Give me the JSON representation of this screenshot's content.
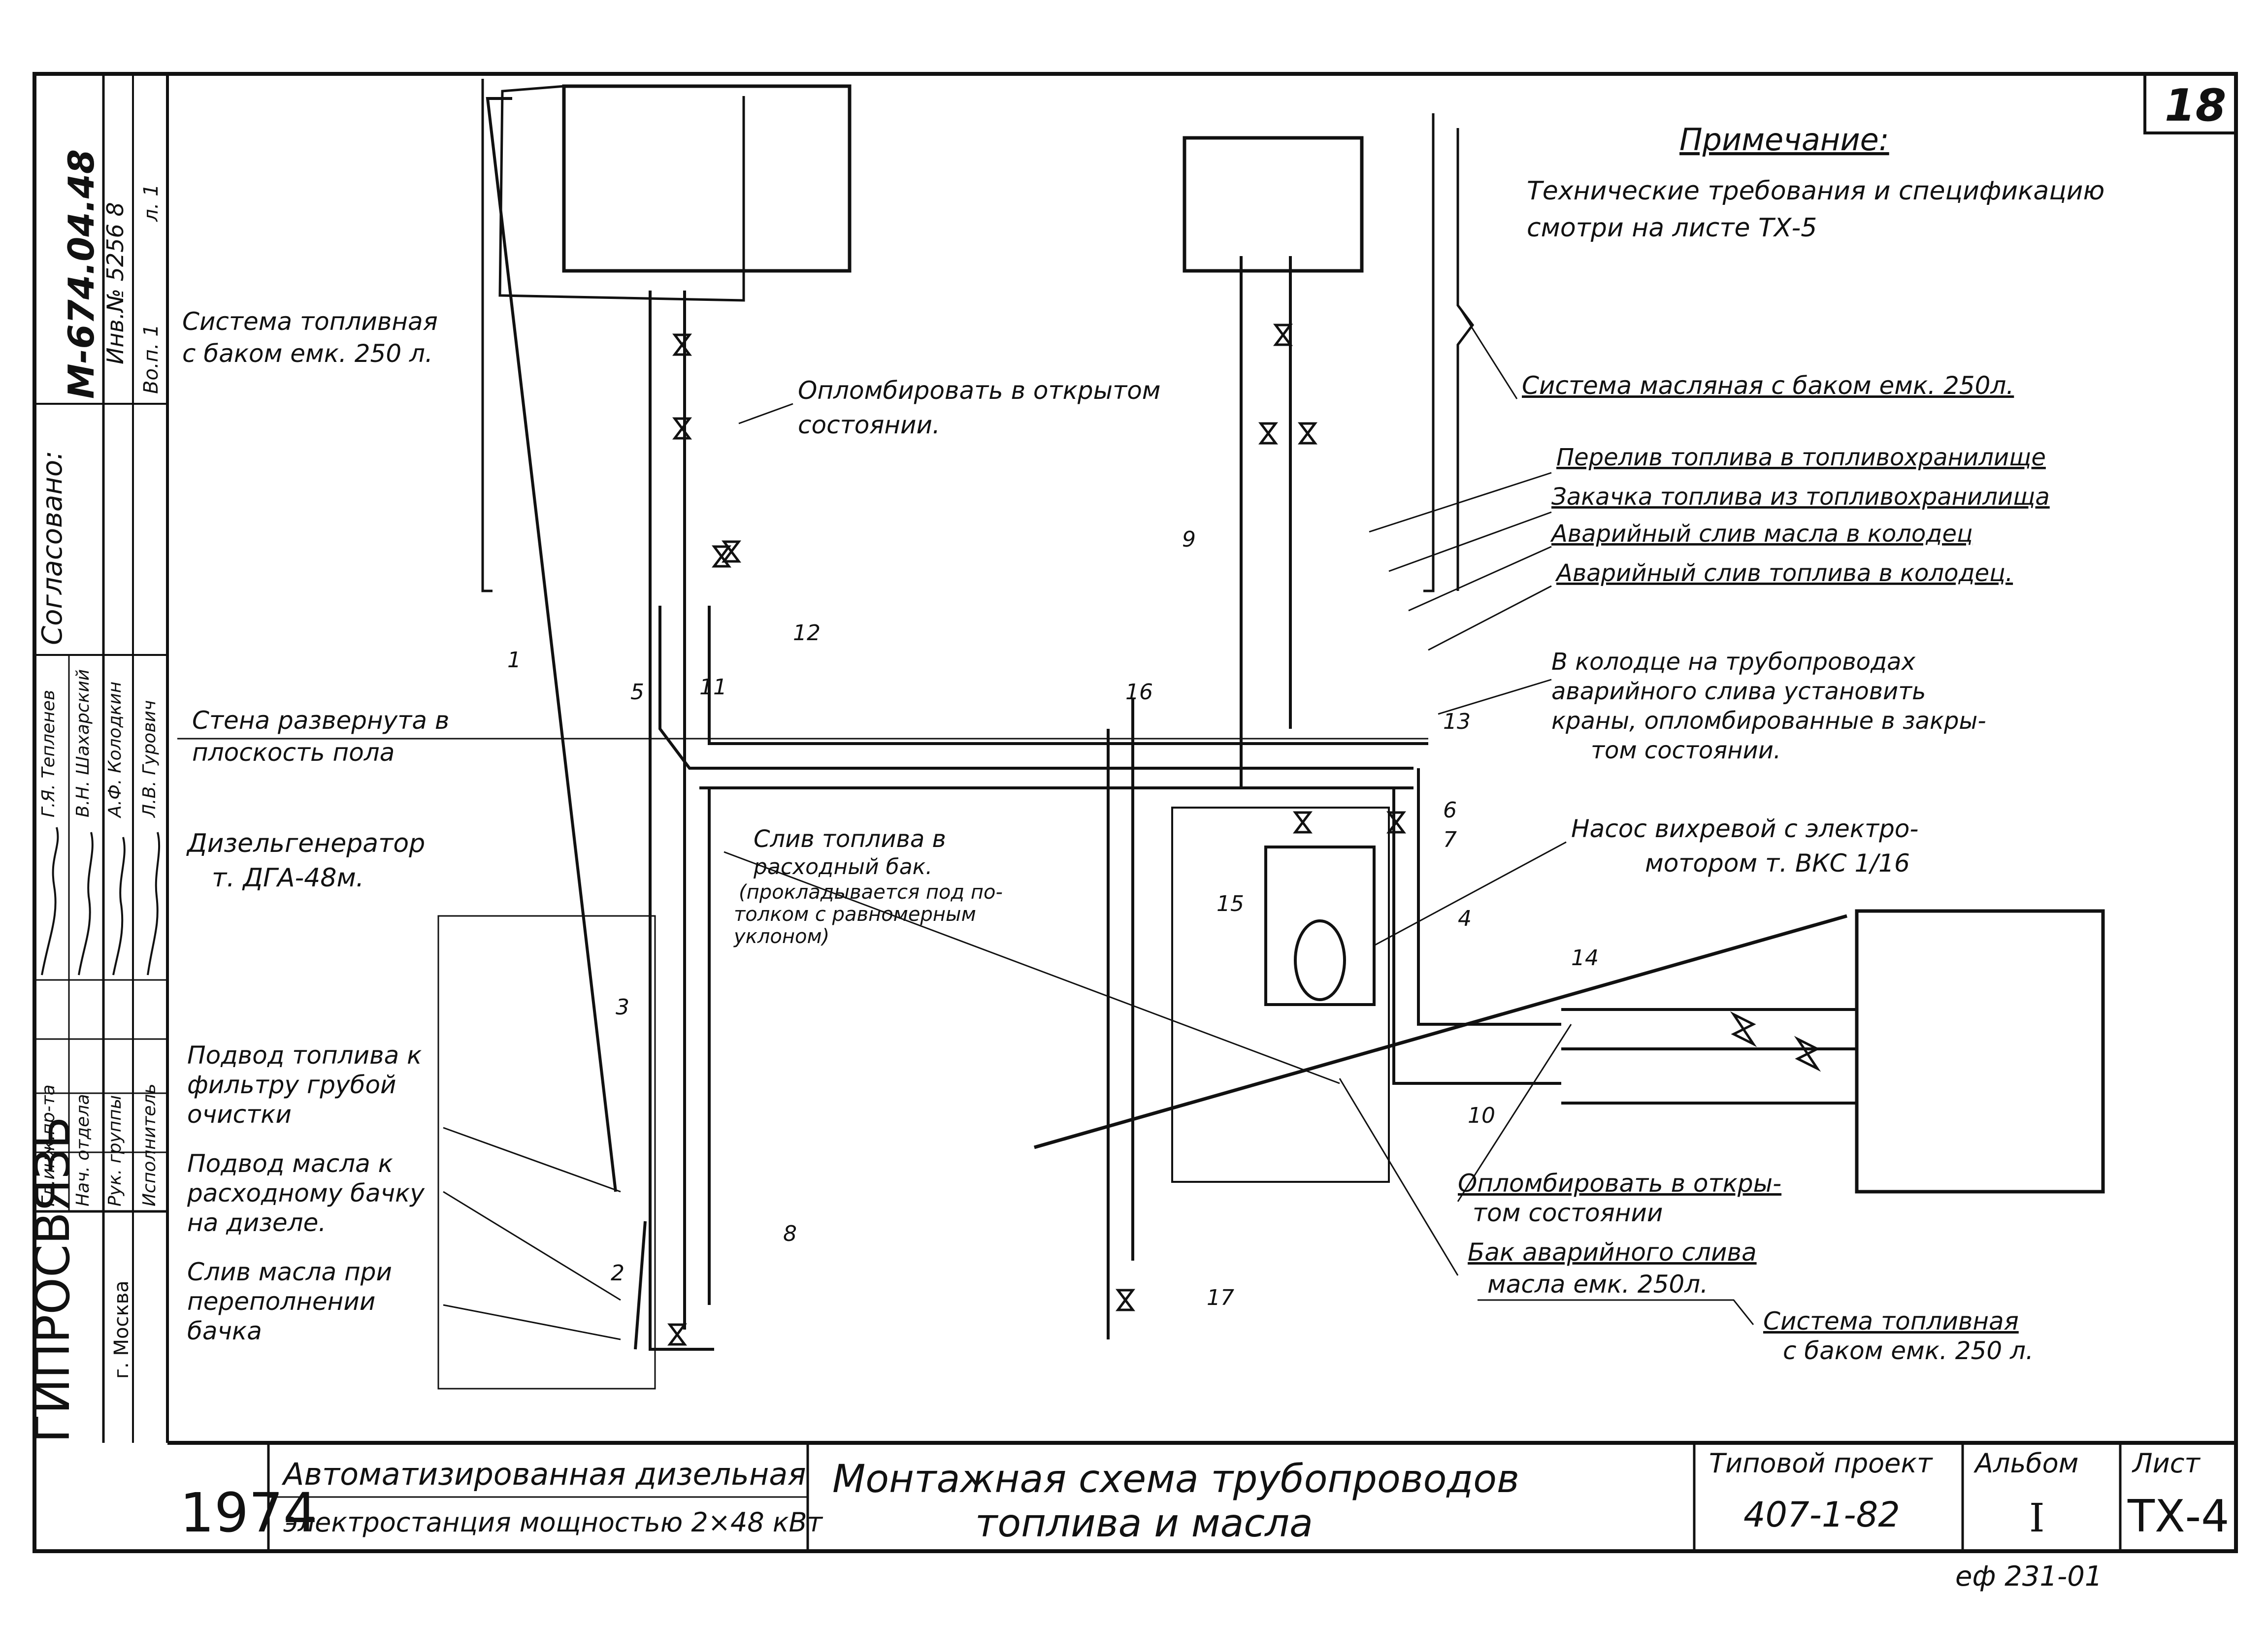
{
  "sheet_number": "18",
  "note": {
    "heading": "Примечание:",
    "line1": "Технические требования и спецификацию",
    "line2": "смотри на листе ТХ-5"
  },
  "side_stamp": {
    "doc_code": "М-674.04.48",
    "inv": "Инв.№ 5256 8",
    "vol": "Во.п. 1",
    "page": "л. 1",
    "agreed": "Согласовано:",
    "roles": [
      "Гл.инж.пр-та",
      "Нач. отдела",
      "Рук. группы",
      "Исполнитель"
    ],
    "names": [
      "Г.Я. Тепленев",
      "В.Н. Шахарский",
      "А.Ф. Колодкин",
      "Л.В. Гурович"
    ]
  },
  "org": {
    "name": "ГИПРОСВЯЗЬ",
    "city": "г. Москва"
  },
  "labels": {
    "fuel_system_left": [
      "Система топливная",
      "с баком емк. 250 л."
    ],
    "seal_open_top": [
      "Опломбировать в открытом",
      "состоянии."
    ],
    "oil_system": "Система масляная с баком емк. 250л.",
    "overflow": "Перелив топлива в топливохранилище",
    "pumping": "Закачка топлива из топливохранилища",
    "oil_drain": "Аварийный слив масла в колодец",
    "fuel_drain": "Аварийный слив топлива в колодец.",
    "well_note": [
      "В колодце на трубопроводах",
      "аварийного слива установить",
      "краны, опломбированные в закры-",
      "том состоянии."
    ],
    "pump": [
      "Насос вихревой с электро-",
      "мотором т. ВКС 1/16"
    ],
    "wall": [
      "Стена развернута в",
      "плоскость пола"
    ],
    "diesel": [
      "Дизельгенератор",
      "т. ДГА-48м."
    ],
    "fuel_drain_tank": [
      "Слив топлива в",
      "расходный бак.",
      "(прокладывается под по-",
      "толком с равномерным",
      "уклоном)"
    ],
    "fuel_filter": [
      "Подвод топлива к",
      "фильтру грубой",
      "очистки"
    ],
    "oil_feed": [
      "Подвод масла к",
      "расходному бачку",
      "на дизеле."
    ],
    "oil_overflow": [
      "Слив масла при",
      "переполнении",
      "бачка"
    ],
    "seal_open_bottom": [
      "Опломбировать в откры-",
      "том состоянии"
    ],
    "emergency_tank": [
      "Бак аварийного слива",
      "масла емк. 250л."
    ],
    "fuel_system_right": [
      "Система топливная",
      "с баком емк. 250 л."
    ]
  },
  "callouts": [
    "1",
    "2",
    "3",
    "4",
    "5",
    "6",
    "7",
    "8",
    "9",
    "10",
    "11",
    "12",
    "13",
    "14",
    "15",
    "16",
    "17"
  ],
  "title_block": {
    "year": "1974",
    "project_name": [
      "Автоматизированная дизельная",
      "электростанция мощностью 2×48 кВт"
    ],
    "drawing_title": [
      "Монтажная схема трубопроводов",
      "топлива и масла"
    ],
    "typical_project_label": "Типовой проект",
    "typical_project_value": "407-1-82",
    "album_label": "Альбом",
    "album_value": "I",
    "sheet_label": "Лист",
    "sheet_value": "ТХ-4"
  },
  "footer_code": "еф 231-01"
}
